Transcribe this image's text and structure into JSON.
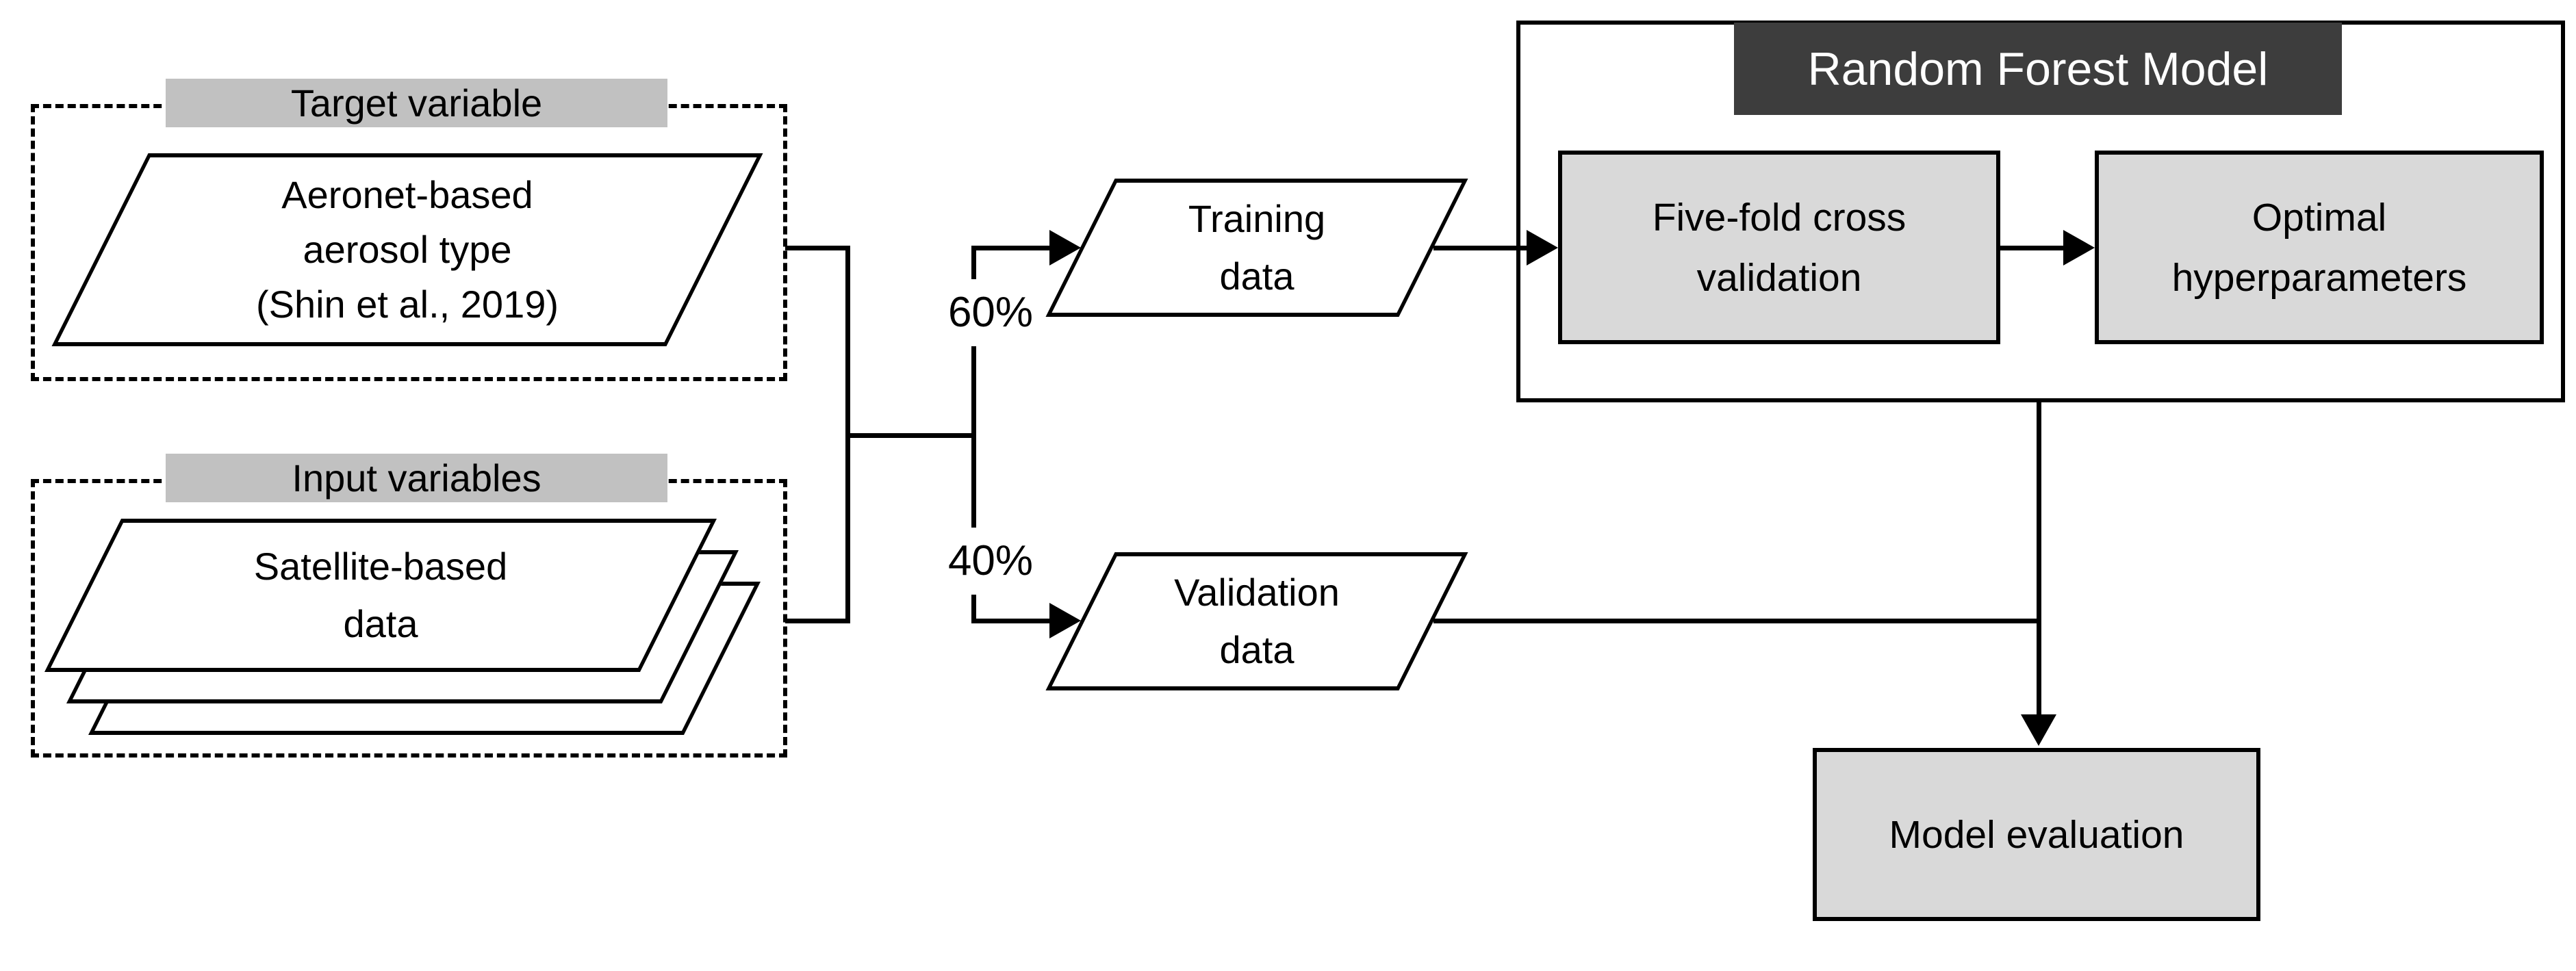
{
  "target_group": {
    "band": "Target variable",
    "node_text": "Aeronet-based\naerosol type\n(Shin et al., 2019)"
  },
  "input_group": {
    "band": "Input variables",
    "node_text": "Satellite-based\ndata"
  },
  "split_labels": {
    "training_pct": "60%",
    "validation_pct": "40%"
  },
  "training_node": "Training\ndata",
  "validation_node": "Validation\ndata",
  "random_forest": {
    "title": "Random Forest Model",
    "cross_validation_node": "Five-fold cross\nvalidation",
    "hyperparameters_node": "Optimal\nhyperparameters"
  },
  "evaluation_node": "Model evaluation",
  "colors": {
    "band_bg": "#c1c1c1",
    "node_bg": "#d9d9d9",
    "header_bg": "#3d3d3d",
    "line": "#000000"
  }
}
